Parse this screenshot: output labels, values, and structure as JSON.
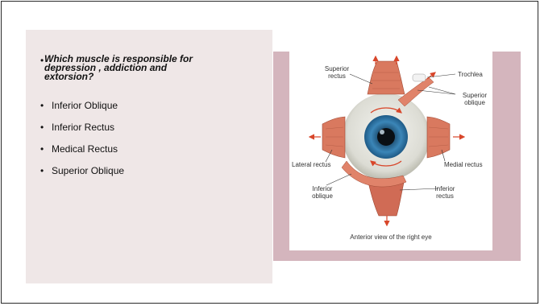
{
  "question": {
    "line1": "Which muscle is responsible for",
    "line2": "depression , addiction and",
    "line3": "extorsion?"
  },
  "options": [
    "Inferior Oblique",
    "Inferior Rectus",
    "Medical Rectus",
    "Superior Oblique"
  ],
  "figure": {
    "labels": {
      "superior_rectus_1": "Superior",
      "superior_rectus_2": "rectus",
      "trochlea": "Trochlea",
      "superior_oblique_1": "Superior",
      "superior_oblique_2": "oblique",
      "lateral_rectus": "Lateral rectus",
      "medial_rectus": "Medial rectus",
      "inferior_oblique_1": "Inferior",
      "inferior_oblique_2": "oblique",
      "inferior_rectus_1": "Inferior",
      "inferior_rectus_2": "rectus"
    },
    "caption": "Anterior view of the right eye"
  },
  "colors": {
    "left_panel": "#efe7e7",
    "right_panel": "#d4b5bd",
    "muscle": "#d9795f",
    "iris": "#2a6f9e",
    "arrow": "#d8462a"
  }
}
